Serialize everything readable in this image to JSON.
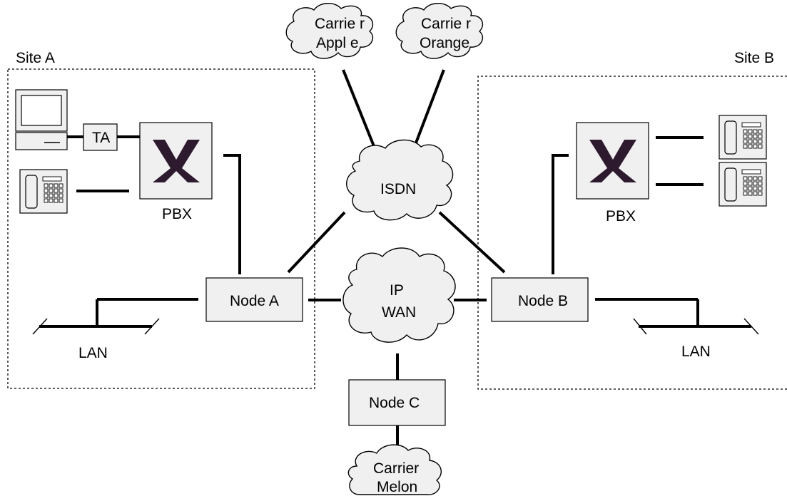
{
  "sites": {
    "a_label": "Site A",
    "b_label": "Site B"
  },
  "clouds": {
    "carrier_apple_line1": "Carrie r",
    "carrier_apple_line2": "Appl e",
    "carrier_orange_line1": "Carrie r",
    "carrier_orange_line2": "Orange",
    "isdn": "ISDN",
    "ipwan_line1": "IP",
    "ipwan_line2": "WAN",
    "carrier_melon_line1": "Carrier",
    "carrier_melon_line2": "Melon"
  },
  "nodes": {
    "node_a": "Node  A",
    "node_b": "Node  B",
    "node_c": "Node  C"
  },
  "devices": {
    "ta": "TA",
    "pbx_a": "PBX",
    "pbx_b": "PBX",
    "lan_a": "LAN",
    "lan_b": "LAN"
  },
  "colors": {
    "pbx_symbol": "#2e1a2e",
    "fill": "#f0f0f0"
  }
}
